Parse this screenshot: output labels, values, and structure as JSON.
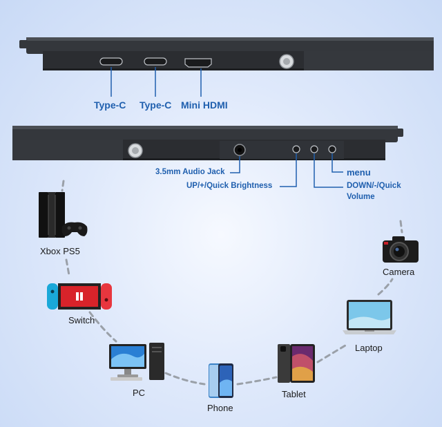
{
  "ports": {
    "typec_1": "Type-C",
    "typec_2": "Type-C",
    "mini_hdmi": "Mini HDMI"
  },
  "buttons": {
    "audio_jack": "3.5mm Audio Jack",
    "brightness": "UP/+/Quick  Brightness",
    "menu": "menu",
    "volume_line1": "DOWN/-/Quick",
    "volume_line2": "Volume"
  },
  "devices": {
    "xbox_ps5": "Xbox PS5",
    "switch": "Switch",
    "pc": "PC",
    "phone": "Phone",
    "tablet": "Tablet",
    "laptop": "Laptop",
    "camera": "Camera"
  },
  "colors": {
    "accent": "#1f5fae",
    "monitor_body": "#2b2d31",
    "connector_line": "#9aa0a8"
  }
}
